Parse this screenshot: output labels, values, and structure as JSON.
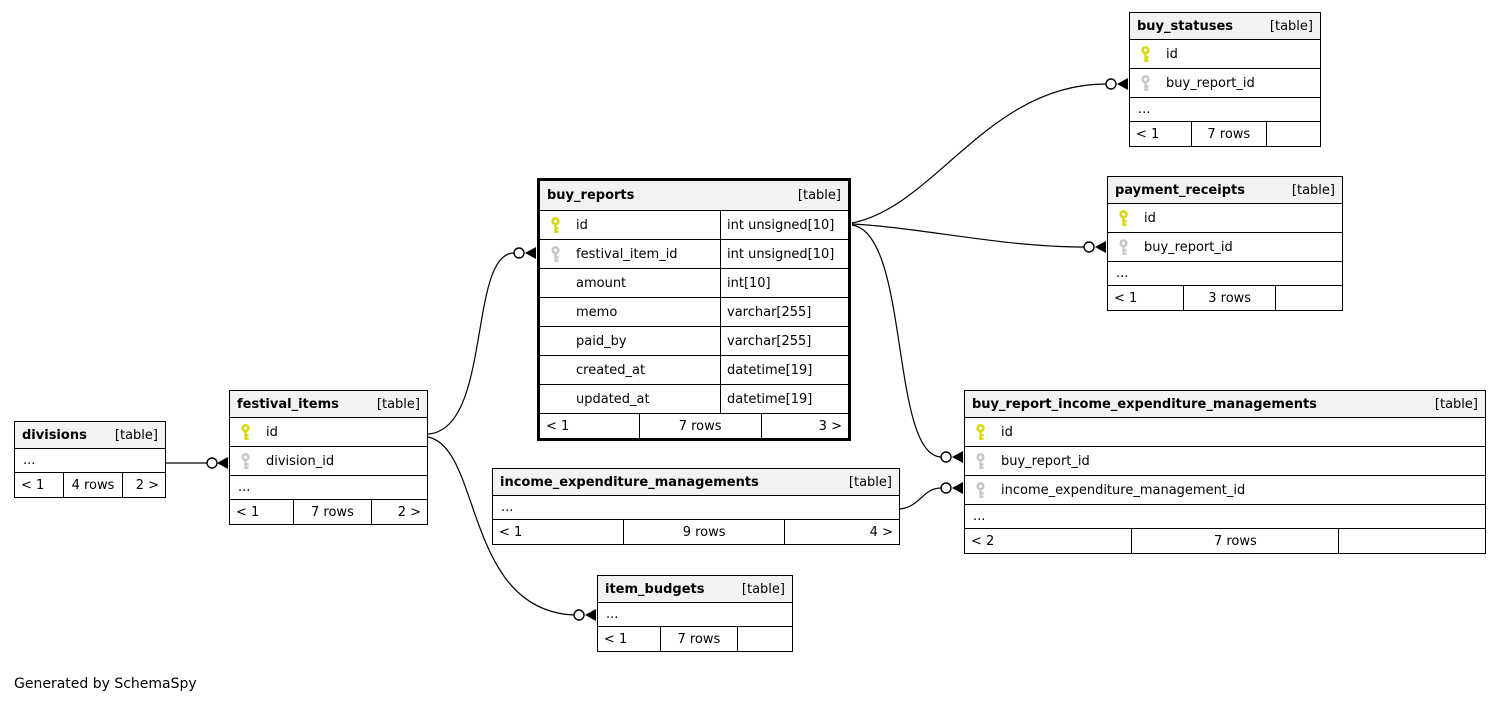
{
  "note": "Generated by SchemaSpy",
  "dots": "...",
  "colors": {
    "primary_key": "#d6d600",
    "foreign_key": "#c6c6c6",
    "header_bg": "#f2f2f2",
    "edge": "#000000"
  },
  "tables": {
    "divisions": {
      "title": "divisions",
      "tag": "[table]",
      "footer": {
        "left": "< 1",
        "center": "4 rows",
        "right": "2 >"
      }
    },
    "festival_items": {
      "title": "festival_items",
      "tag": "[table]",
      "columns": [
        {
          "name": "id",
          "key": "primary"
        },
        {
          "name": "division_id",
          "key": "foreign"
        }
      ],
      "footer": {
        "left": "< 1",
        "center": "7 rows",
        "right": "2 >"
      }
    },
    "buy_reports": {
      "title": "buy_reports",
      "tag": "[table]",
      "columns": [
        {
          "name": "id",
          "key": "primary",
          "type": "int unsigned[10]"
        },
        {
          "name": "festival_item_id",
          "key": "foreign",
          "type": "int unsigned[10]"
        },
        {
          "name": "amount",
          "type": "int[10]"
        },
        {
          "name": "memo",
          "type": "varchar[255]"
        },
        {
          "name": "paid_by",
          "type": "varchar[255]"
        },
        {
          "name": "created_at",
          "type": "datetime[19]"
        },
        {
          "name": "updated_at",
          "type": "datetime[19]"
        }
      ],
      "footer": {
        "left": "< 1",
        "center": "7 rows",
        "right": "3 >"
      }
    },
    "buy_statuses": {
      "title": "buy_statuses",
      "tag": "[table]",
      "columns": [
        {
          "name": "id",
          "key": "primary"
        },
        {
          "name": "buy_report_id",
          "key": "foreign"
        }
      ],
      "footer": {
        "left": "< 1",
        "center": "7 rows",
        "right": ""
      }
    },
    "payment_receipts": {
      "title": "payment_receipts",
      "tag": "[table]",
      "columns": [
        {
          "name": "id",
          "key": "primary"
        },
        {
          "name": "buy_report_id",
          "key": "foreign"
        }
      ],
      "footer": {
        "left": "< 1",
        "center": "3 rows",
        "right": ""
      }
    },
    "buy_report_income_expenditure_managements": {
      "title": "buy_report_income_expenditure_managements",
      "tag": "[table]",
      "columns": [
        {
          "name": "id",
          "key": "primary"
        },
        {
          "name": "buy_report_id",
          "key": "foreign"
        },
        {
          "name": "income_expenditure_management_id",
          "key": "foreign"
        }
      ],
      "footer": {
        "left": "< 2",
        "center": "7 rows",
        "right": ""
      }
    },
    "income_expenditure_managements": {
      "title": "income_expenditure_managements",
      "tag": "[table]",
      "footer": {
        "left": "< 1",
        "center": "9 rows",
        "right": "4 >"
      }
    },
    "item_budgets": {
      "title": "item_budgets",
      "tag": "[table]",
      "footer": {
        "left": "< 1",
        "center": "7 rows",
        "right": ""
      }
    }
  }
}
